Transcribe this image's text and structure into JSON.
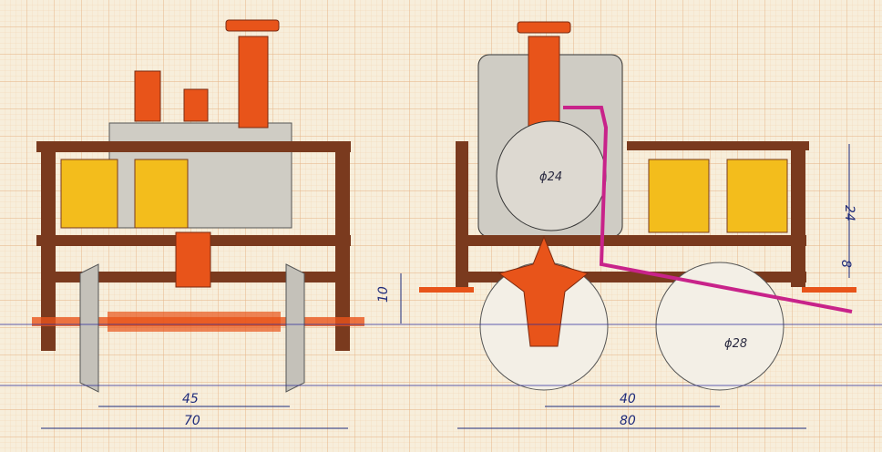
{
  "drawing": {
    "colors": {
      "paper": "#f7eedb",
      "grid": "#eab98a",
      "frame": "#7a3a1e",
      "orange": "#e8541a",
      "yellow": "#f3bd1c",
      "gray": "#b9b6ae",
      "blue": "#1e2a7a",
      "pink": "#c8238a"
    },
    "front_view": {
      "dim_wheel_track": "45",
      "dim_overall_width": "70"
    },
    "side_view": {
      "boiler_diameter": "ϕ24",
      "wheel_diameter": "ϕ28",
      "dim_wheelbase": "40",
      "dim_overall_length": "80",
      "dim_height": "24",
      "dim_frame": "8",
      "dim_buffer": "10"
    }
  }
}
